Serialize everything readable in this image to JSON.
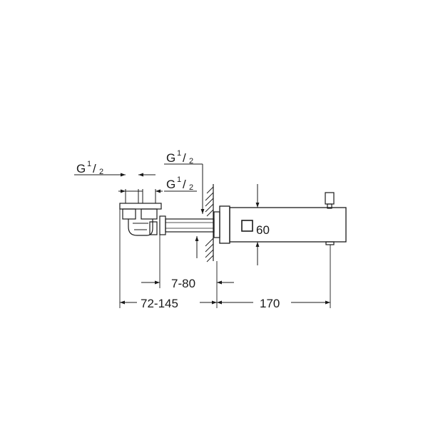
{
  "labels": {
    "thread_left_g": "G",
    "thread_left_frac_num": "1",
    "thread_left_frac_slash": "/",
    "thread_left_frac_den": "2",
    "thread_top_g": "G",
    "thread_top_frac_num": "1",
    "thread_top_frac_slash": "/",
    "thread_top_frac_den": "2",
    "thread_mid_g": "G",
    "thread_mid_frac_num": "1",
    "thread_mid_frac_slash": "/",
    "thread_mid_frac_den": "2",
    "square_size": "60",
    "dim_wall_range": "7-80",
    "dim_body_range": "72-145",
    "dim_spout_length": "170"
  },
  "colors": {
    "line": "#1a1a1a",
    "background": "#ffffff"
  }
}
